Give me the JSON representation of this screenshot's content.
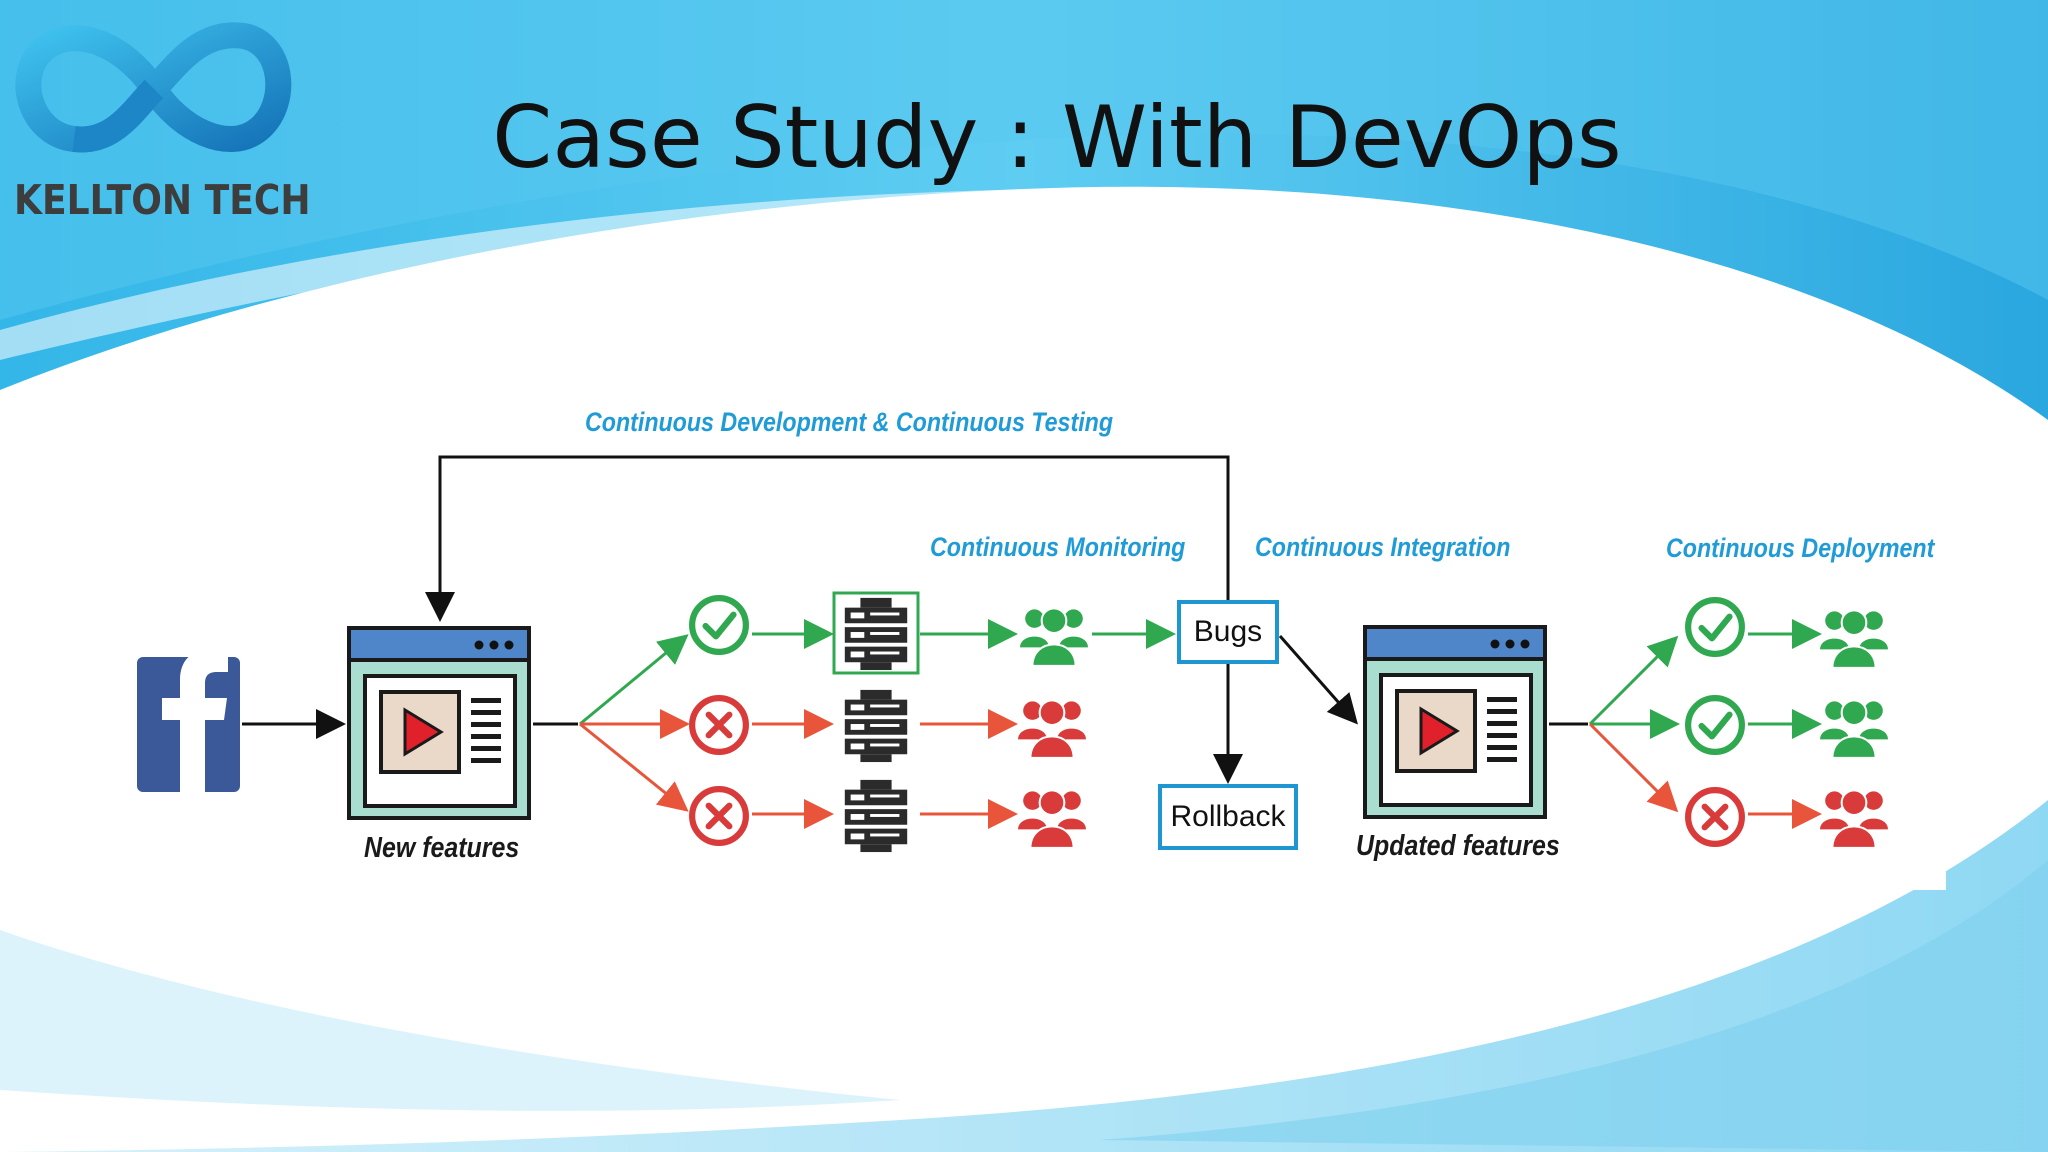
{
  "logo": {
    "name": "KELLTON TECH"
  },
  "title": "Case Study : With DevOps",
  "labels": {
    "dev_testing": "Continuous Development & Continuous Testing",
    "monitoring": "Continuous Monitoring",
    "integration": "Continuous Integration",
    "deployment": "Continuous Deployment",
    "new_features": "New features",
    "updated_features": "Updated features",
    "bugs": "Bugs",
    "rollback": "Rollback"
  },
  "colors": {
    "accent_blue": "#1f9bd7",
    "green": "#2fa84f",
    "red": "#d93a3a",
    "arrow_orange": "#e8553a",
    "facebook_blue": "#3b5998"
  },
  "icons": {
    "facebook": "facebook-icon",
    "app_window": "video-app-window-icon",
    "pass": "check-circle-icon",
    "fail": "x-circle-icon",
    "server": "server-icon",
    "users": "users-group-icon"
  },
  "first_stage_results": [
    "pass",
    "fail",
    "fail"
  ],
  "deployment_results": [
    "pass",
    "pass",
    "fail"
  ]
}
